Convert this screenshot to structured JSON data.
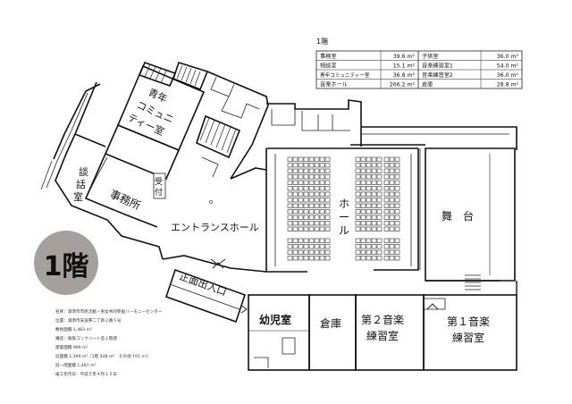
{
  "floor_label": "1階",
  "area_table": {
    "title": "1階",
    "rows": [
      {
        "name1": "事務室",
        "area1": "39.6 m²",
        "name2": "子供室",
        "area2": "36.0 m²"
      },
      {
        "name1": "相談室",
        "area1": "15.1 m²",
        "name2": "音楽練習室1",
        "area2": "54.0 m²"
      },
      {
        "name1": "青年コミュニティー室",
        "area1": "36.8 m²",
        "name2": "音楽練習室2",
        "area2": "36.0 m²"
      },
      {
        "name1": "音楽ホール",
        "area1": "266.2 m²",
        "name2": "倉庫",
        "area2": "28.8 m²"
      }
    ]
  },
  "rooms": {
    "youth_line1": "青年",
    "youth_line2": "コミュニ",
    "youth_line3": "ティー室",
    "consult_1": "談",
    "consult_2": "話",
    "consult_3": "室",
    "reception_1": "受",
    "reception_2": "付",
    "office": "事務所",
    "entrance_hall": "エントランスホール",
    "hall_1": "ホ",
    "hall_2": "ー",
    "hall_3": "ル",
    "stage": "舞　台",
    "front_entrance": "正面出入口",
    "kids_room": "幼児室",
    "storage": "倉庫",
    "music2_line1": "第２音楽",
    "music2_line2": "練習室",
    "music1_line1": "第１音楽",
    "music1_line2": "練習室"
  },
  "building_info": [
    "名称：浦添市市民活動・男女共同参画ハーモニーセンター",
    "位置：浦添市安波茶二丁目２番５号",
    "敷地面積 1,483 m²",
    "構造：鉄筋コンクリート造２階建",
    "建築面積 999 m²",
    "延面積 1,399 m²（1階 448 m²　その他 191 m²）",
    "前一階面積 1,487 m²",
    "竣工年月日：平成５年４月１５日"
  ]
}
